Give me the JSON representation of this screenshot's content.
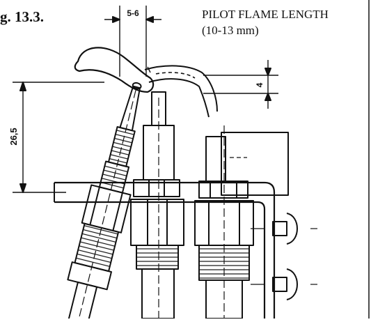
{
  "figure_label": "g. 13.3.",
  "caption_line1": "PILOT FLAME LENGTH",
  "caption_line2": "(10-13 mm)",
  "dimensions": {
    "gap": "5-6",
    "flame_offset": "4",
    "height": "26,5"
  },
  "colors": {
    "ink": "#111111",
    "paper": "#ffffff"
  }
}
